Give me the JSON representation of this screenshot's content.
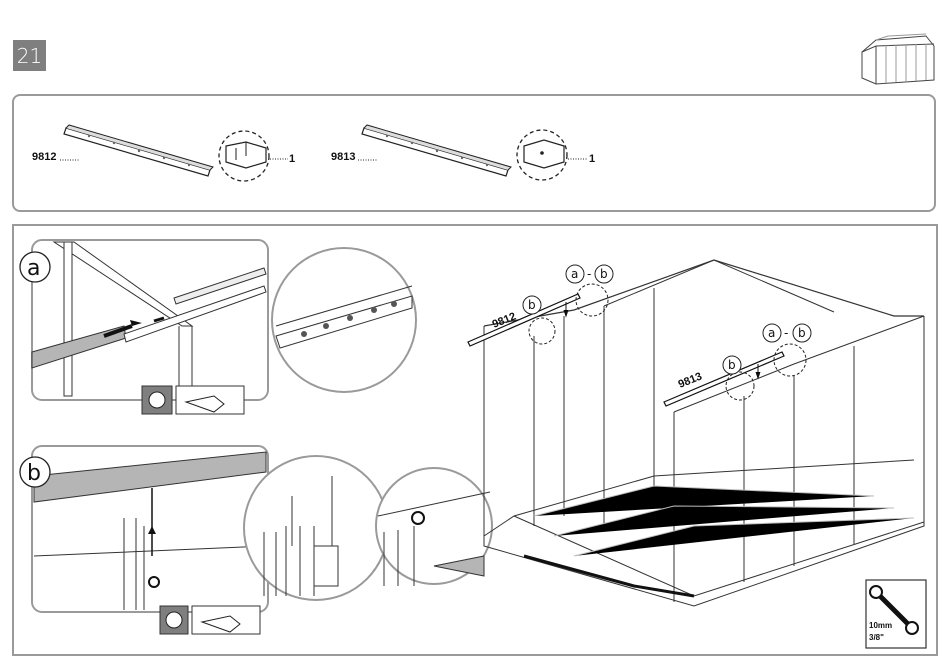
{
  "step": {
    "number": "21"
  },
  "parts": [
    {
      "code": "9812",
      "qty": "1"
    },
    {
      "code": "9813",
      "qty": "1"
    }
  ],
  "details": [
    {
      "label": "a"
    },
    {
      "label": "b"
    }
  ],
  "callouts": {
    "a": "a",
    "b": "b",
    "part_left": "9812",
    "part_right": "9813"
  },
  "tool": {
    "size_metric": "10mm",
    "size_imperial": "3/8\""
  },
  "colors": {
    "frame": "#9a9a9a",
    "badge": "#7f7f7f",
    "shade": "#b5b5b5"
  }
}
